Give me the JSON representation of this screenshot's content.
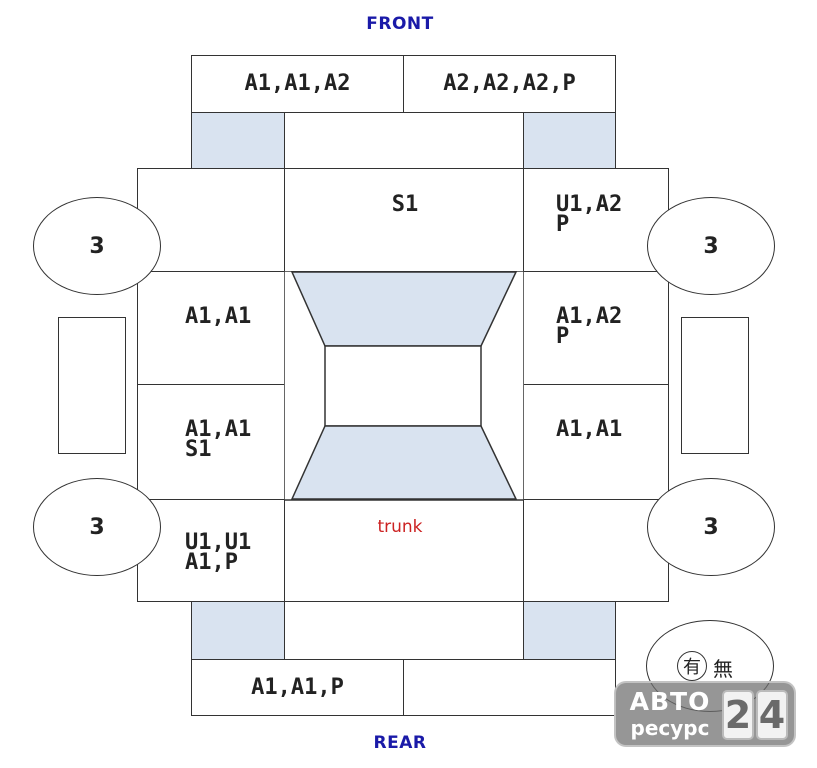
{
  "labels": {
    "front": "FRONT",
    "rear": "REAR",
    "top_left": "A1,A1,A2",
    "top_right": "A2,A2,A2,P",
    "s1": "S1",
    "front_right_line1": "U1,A2",
    "front_right_line2": "P",
    "left_mid_upper": "A1,A1",
    "right_mid_upper_line1": "A1,A2",
    "right_mid_upper_line2": "P",
    "left_mid_lower_line1": "A1,A1",
    "left_mid_lower_line2": "S1",
    "right_mid_lower": "A1,A1",
    "rear_left_line1": "U1,U1",
    "rear_left_line2": "A1,P",
    "trunk": "trunk",
    "bottom_left": "A1,A1,P",
    "wheel_front_left": "3",
    "wheel_front_right": "3",
    "wheel_rear_left": "3",
    "wheel_rear_right": "3",
    "legend_has": "有",
    "legend_none": "無"
  },
  "watermark": {
    "line1": "АВТО",
    "line2": "ресурс",
    "digit1": "2",
    "digit2": "4"
  },
  "colors": {
    "direction_text": "#1a1aa8",
    "trunk_text": "#cc2222",
    "panel_shade": "#d9e3f0",
    "outline": "#333333"
  }
}
